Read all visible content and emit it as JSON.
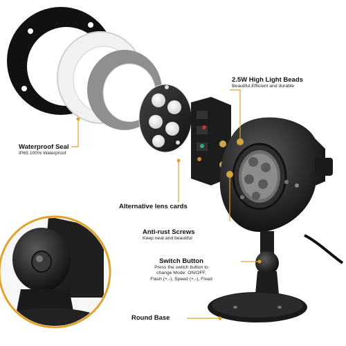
{
  "colors": {
    "leader": "#e2a12a",
    "dark_body": "#1f1f1f",
    "lens_white": "#f4f4f4"
  },
  "callouts": {
    "waterproof_seal": {
      "title": "Waterproof Seal",
      "subtitle": "IP65 100% Waterproof"
    },
    "light_beads": {
      "title": "2.5W High Light Beads",
      "subtitle": "Beautiful,Efficient and durable"
    },
    "lens_cards": {
      "title": "Alternative lens cards"
    },
    "screws": {
      "title": "Anti-rust Screws",
      "subtitle": "Keep neat and beautiful"
    },
    "switch_button": {
      "title": "Switch Button",
      "lines": [
        "Press the switch button to",
        "change Mode: ON/OFF,",
        "Flash (+,-), Speed (+,-), Fixed"
      ]
    },
    "round_base": {
      "title": "Round Base"
    }
  }
}
